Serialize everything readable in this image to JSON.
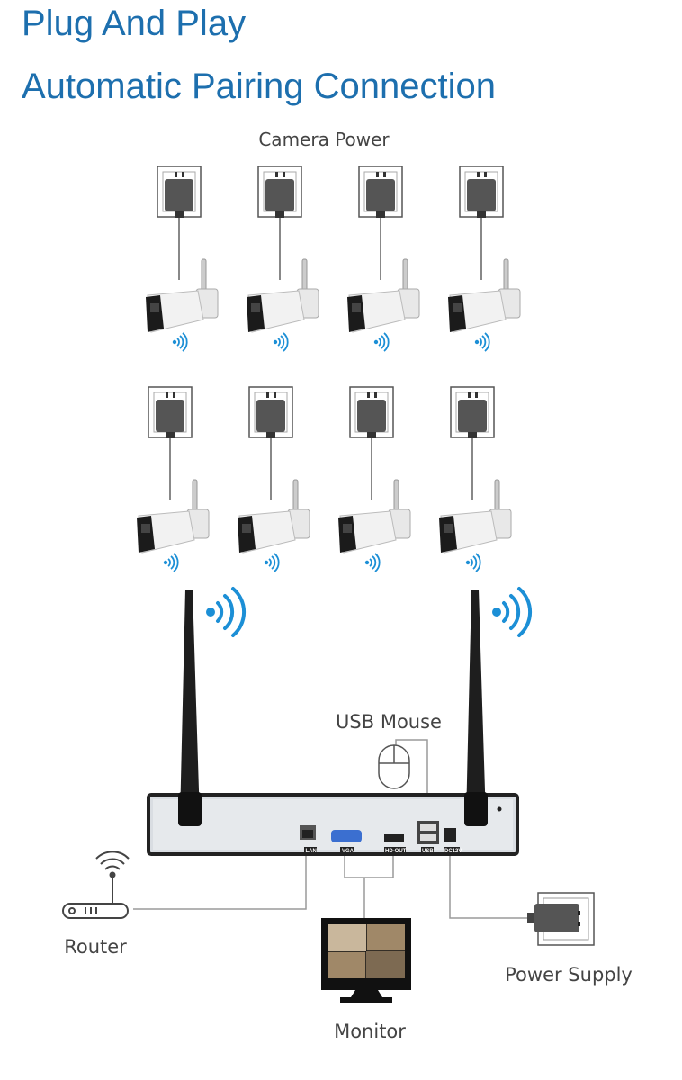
{
  "titles": {
    "line1": "Plug And Play",
    "line2": "Automatic Pairing Connection"
  },
  "labels": {
    "camera_power": "Camera Power",
    "usb_mouse": "USB Mouse",
    "router": "Router",
    "monitor": "Monitor",
    "power_supply": "Power Supply"
  },
  "nvr_ports": {
    "lan": "LAN",
    "vga": "VGA",
    "hdmi": "HD-OUT",
    "usb": "USB",
    "dc": "DC12V"
  },
  "cameras": {
    "rows": 2,
    "per_row": 4
  },
  "colors": {
    "title": "#1d6fae",
    "signal": "#1c8fd6",
    "line": "#9a9a9a"
  }
}
